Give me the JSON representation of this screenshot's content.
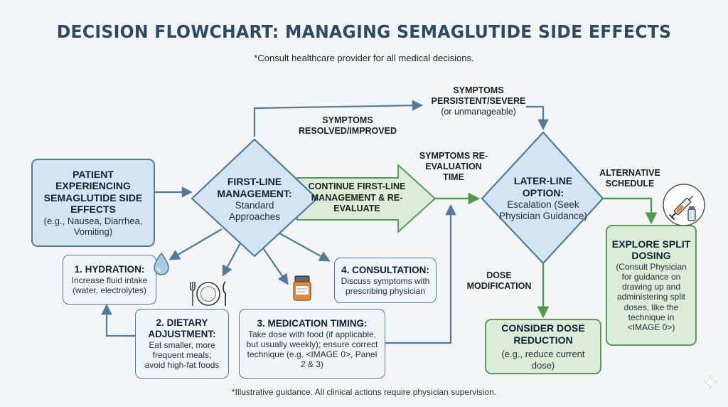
{
  "title": "DECISION FLOWCHART: MANAGING SEMAGLUTIDE SIDE EFFECTS",
  "subtitle": "*Consult healthcare provider for all medical decisions.",
  "footer": "*Illustrative guidance. All clinical actions require physician supervision.",
  "nodes": {
    "start": {
      "title": "PATIENT EXPERIENCING SEMAGLUTIDE SIDE EFFECTS",
      "text": "(e.g., Nausea, Diarrhea, Vomiting)"
    },
    "first_line": {
      "title": "FIRST-LINE MANAGEMENT:",
      "text": "Standard Approaches"
    },
    "continue": {
      "title": "CONTINUE FIRST-LINE MANAGEMENT & RE-EVALUATE"
    },
    "later_line": {
      "title": "LATER-LINE OPTION:",
      "text": "Escalation (Seek Physician Guidance)"
    },
    "hydration": {
      "title": "1. HYDRATION:",
      "text": "Increase fluid intake (water, electrolytes)"
    },
    "dietary": {
      "title": "2. DIETARY ADJUSTMENT:",
      "text": "Eat smaller, more frequent meals; avoid high-fat foods"
    },
    "medication": {
      "title": "3. MEDICATION TIMING:",
      "text": "Take dose with food (if applicable, but usually weekly); ensure correct technique (e.g. <IMAGE 0>, Panel 2 & 3)"
    },
    "consultation": {
      "title": "4. CONSULTATION:",
      "text": "Discuss symptoms with prescribing physician"
    },
    "dose_reduction": {
      "title": "CONSIDER DOSE REDUCTION",
      "text": "(e.g., reduce current dose)"
    },
    "split_dosing": {
      "title": "EXPLORE SPLIT DOSING",
      "text": "(Consult Physician for guidance on drawing up and administering split doses, like the technique in <IMAGE 0>)"
    }
  },
  "labels": {
    "resolved": "SYMPTOMS RESOLVED/IMPROVED",
    "persistent": "SYMPTOMS PERSISTENT/SEVERE",
    "persistent_note": "(or unmanageable)",
    "reeval": "SYMPTOMS RE-EVALUATION TIME",
    "alternative": "ALTERNATIVE SCHEDULE",
    "dose_mod": "DOSE MODIFICATION"
  },
  "icons": [
    "water-drop-icon",
    "plate-utensils-icon",
    "pill-bottle-icon",
    "syringe-vial-icon",
    "sparkle-icon"
  ],
  "colors": {
    "title": "#2c4a66",
    "box_blue": "#d3e5f3",
    "stroke_blue": "#4f7c9c",
    "green_fill": "#dcecd8",
    "green_stroke": "#5b9a58"
  }
}
